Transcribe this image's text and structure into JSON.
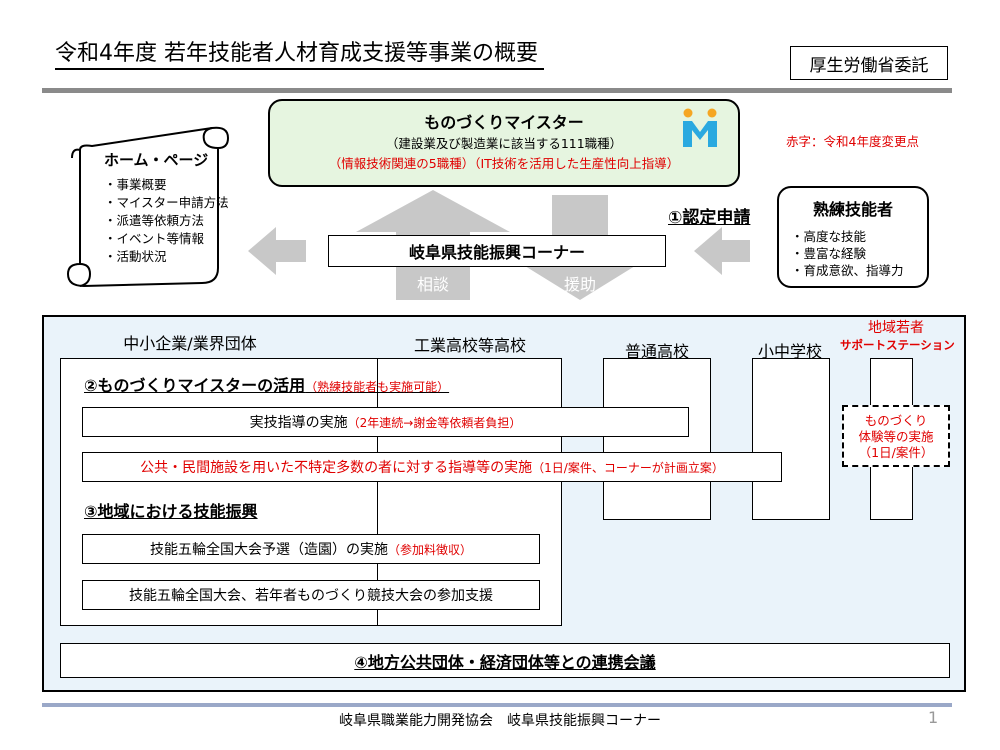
{
  "header": {
    "title": "令和4年度 若年技能者人材育成支援等事業の概要",
    "ministry": "厚生労働省委託"
  },
  "legend": "赤字：令和4年度変更点",
  "meister": {
    "title": "ものづくりマイスター",
    "subtitle": "（建設業及び製造業に該当する111職種）",
    "note": "（情報技術関連の5職種）（IT技術を活用した生産性向上指導）"
  },
  "homepage": {
    "title": "ホーム・ページ",
    "items": [
      "・事業概要",
      "・マイスター申請方法",
      "・派遣等依頼方法",
      "・イベント等情報",
      "・活動状況"
    ]
  },
  "center": {
    "corner": "岐阜県技能振興コーナー",
    "consult": "相談",
    "support": "援助"
  },
  "application": "①認定申請",
  "skilled": {
    "title": "熟練技能者",
    "items": [
      "・高度な技能",
      "・豊富な経験",
      "・育成意欲、指導力"
    ]
  },
  "columns": {
    "sme": "中小企業/業界団体",
    "technical": "工業高校等高校",
    "general": "普通高校",
    "elementary": "小中学校",
    "station_line1": "地域若者",
    "station_line2": "サポートステーション"
  },
  "section2": {
    "title": "②ものづくりマイスターの活用",
    "note": "（熟練技能者も実施可能）",
    "row1_text": "実技指導の実施",
    "row1_note": "（2年連続→謝金等依頼者負担）",
    "row2_text": "公共・民間施設を用いた不特定多数の者に対する指導等の実施",
    "row2_note": "（1日/案件、コーナーが計画立案）"
  },
  "section3": {
    "title": "③地域における技能振興",
    "row1_text": "技能五輪全国大会予選（造園）の実施",
    "row1_note": "（参加料徴収）",
    "row2_text": "技能五輪全国大会、若年者ものづくり競技大会の参加支援"
  },
  "station_box": {
    "line1": "ものづくり",
    "line2": "体験等の実施",
    "line3": "（1日/案件）"
  },
  "section4": {
    "title": "④地方公共団体・経済団体等との連携会議"
  },
  "footer": {
    "org": "岐阜県職業能力開発協会　岐阜県技能振興コーナー",
    "page": "1"
  },
  "colors": {
    "accent_red": "#e00000",
    "panel_blue": "#eaf3fa",
    "meister_green": "#e6f5e0",
    "arrow_gray": "#c8c8c8",
    "logo_cyan": "#2aa9e0",
    "logo_orange": "#f5a623"
  }
}
